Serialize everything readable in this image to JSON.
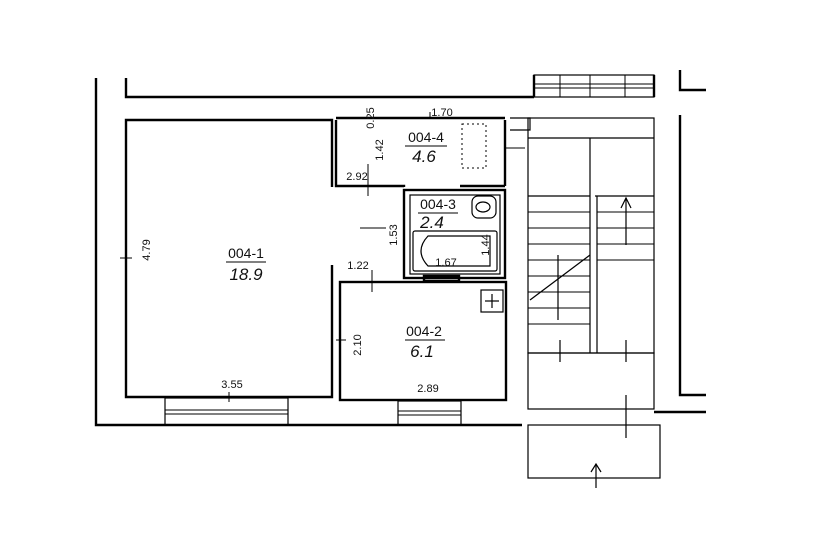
{
  "rooms": {
    "r1": {
      "id": "004-1",
      "area": "18.9"
    },
    "r2": {
      "id": "004-2",
      "area": "6.1"
    },
    "r3": {
      "id": "004-3",
      "area": "2.4"
    },
    "r4": {
      "id": "004-4",
      "area": "4.6"
    }
  },
  "dims": {
    "d_479": "4.79",
    "d_355": "3.55",
    "d_025": "0.25",
    "d_170": "1.70",
    "d_142": "1.42",
    "d_292": "2.92",
    "d_153": "1.53",
    "d_122": "1.22",
    "d_167": "1.67",
    "d_144": "1.44",
    "d_210": "2.10",
    "d_289": "2.89"
  }
}
